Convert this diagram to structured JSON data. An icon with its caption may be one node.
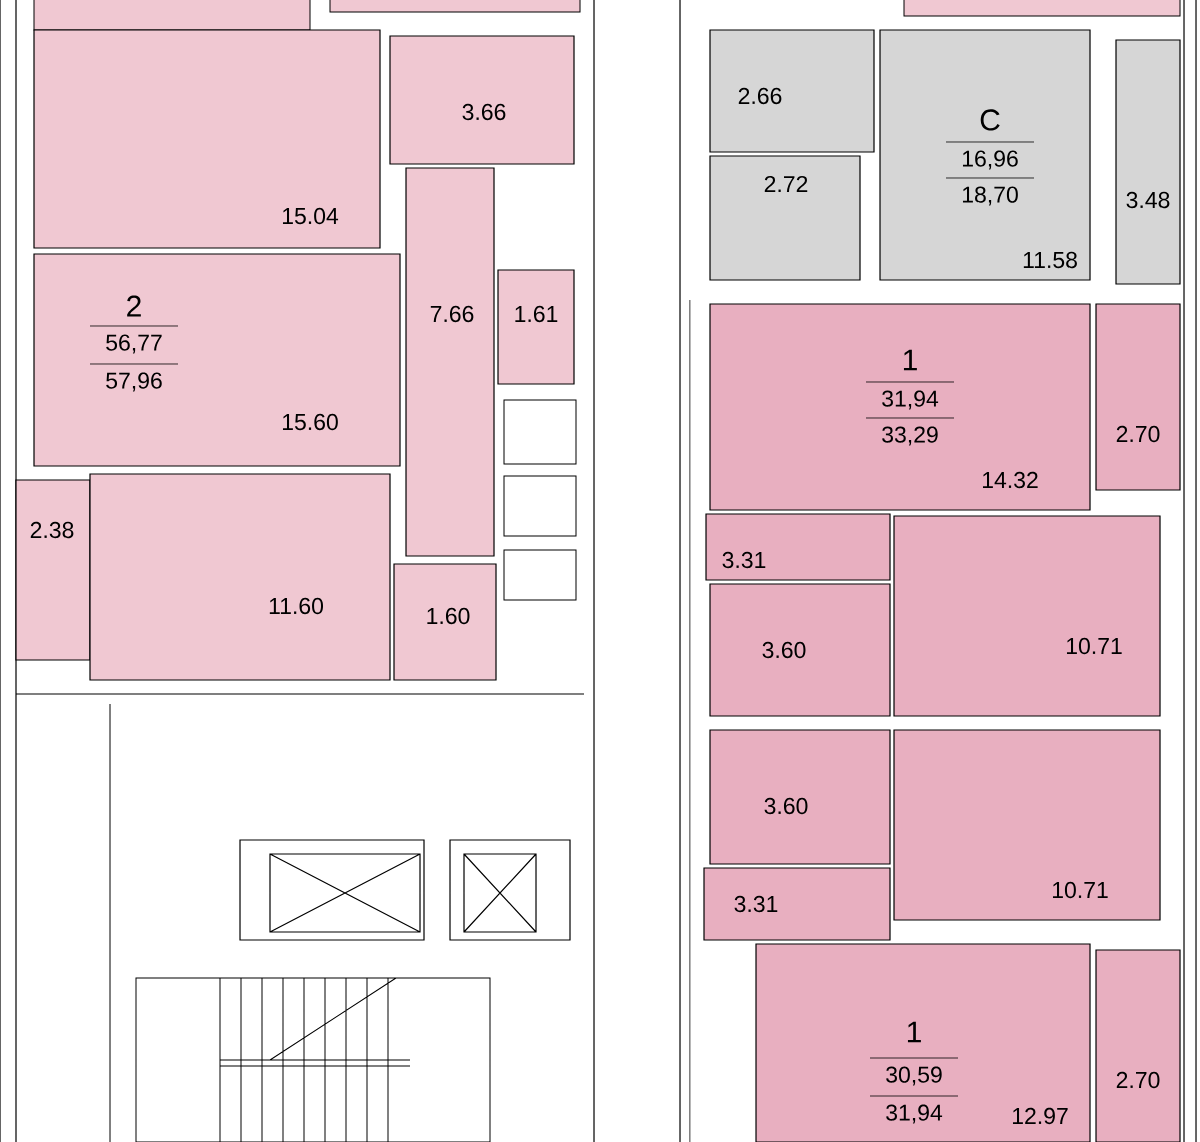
{
  "diagram": {
    "nodes": [
      {
        "text": [
          "15.04"
        ]
      },
      {
        "text": [
          "2",
          "56,77",
          "57,96",
          "15.60"
        ]
      },
      {
        "text": [
          "2.38"
        ]
      },
      {
        "text": [
          "11.60"
        ]
      },
      {
        "text": [
          "3.66"
        ]
      },
      {
        "text": [
          "7.66"
        ]
      },
      {
        "text": [
          "1.61"
        ]
      },
      {
        "text": [
          "1.60"
        ]
      },
      {
        "text": [
          "2.66"
        ]
      },
      {
        "text": [
          "2.72"
        ]
      },
      {
        "text": [
          "C",
          "16,96",
          "18,70",
          "11.58"
        ]
      },
      {
        "text": [
          "3.48"
        ]
      },
      {
        "text": [
          "1",
          "31,94",
          "33,29",
          "14.32"
        ]
      },
      {
        "text": [
          "2.70"
        ]
      },
      {
        "text": [
          "3.31"
        ]
      },
      {
        "text": [
          "3.60"
        ]
      },
      {
        "text": [
          "10.71"
        ]
      },
      {
        "text": [
          "10.71"
        ]
      },
      {
        "text": [
          "3.60"
        ]
      },
      {
        "text": [
          "3.31"
        ]
      },
      {
        "text": [
          "1",
          "30,59",
          "31,94",
          "12.97"
        ]
      },
      {
        "text": [
          "2.70"
        ]
      }
    ]
  }
}
